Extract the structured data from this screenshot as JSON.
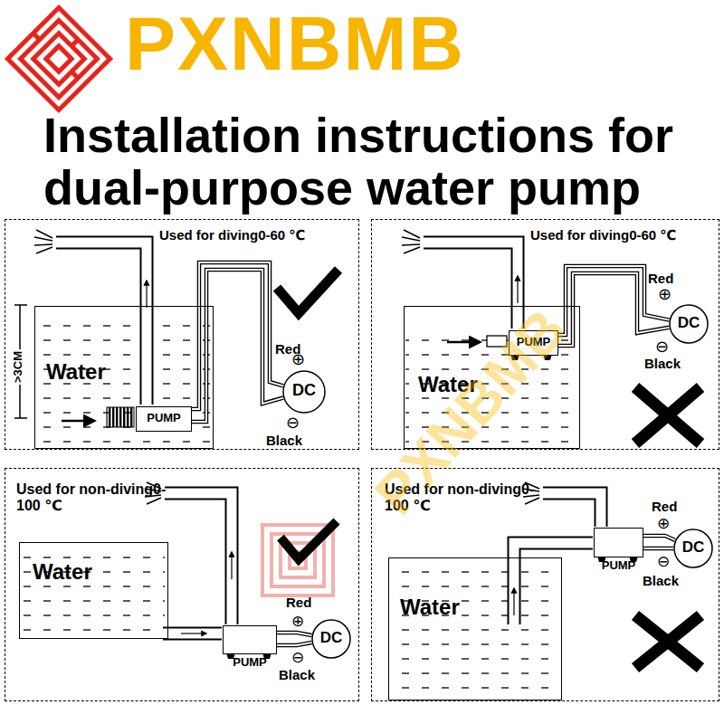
{
  "diagram": {
    "title": "Installation instructions for dual-purpose water pump",
    "nodes": [
      {
        "text": [
          "Used for diving0-60 ℃"
        ]
      },
      {
        "text": [
          "Water"
        ],
        "in": 0
      },
      {
        "text": [
          "PUMP"
        ],
        "in": 1
      },
      {
        "text": [
          "DC"
        ],
        "in": 0
      },
      {
        "text": [
          "Used for diving0-60 ℃"
        ]
      },
      {
        "text": [
          "Water"
        ],
        "in": 4
      },
      {
        "text": [
          "PUMP"
        ],
        "in": 5
      },
      {
        "text": [
          "DC"
        ],
        "in": 4
      },
      {
        "text": [
          "Used for non-diving0-100 ℃"
        ]
      },
      {
        "text": [
          "Water"
        ],
        "in": 8
      },
      {
        "text": [
          "PUMP"
        ],
        "in": 8
      },
      {
        "text": [
          "DC"
        ],
        "in": 8
      },
      {
        "text": [
          "Used for non-diving0-100 ℃"
        ]
      },
      {
        "text": [
          "Water"
        ],
        "in": 12
      },
      {
        "text": [
          "PUMP"
        ],
        "in": 12
      },
      {
        "text": [
          "DC"
        ],
        "in": 12
      }
    ],
    "edges": [
      {
        "from": 2,
        "to": 3,
        "arrow": "none"
      },
      {
        "from": 2,
        "to": 3,
        "arrow": "none"
      },
      {
        "from": 6,
        "to": 7,
        "arrow": "none"
      },
      {
        "from": 6,
        "to": 7,
        "arrow": "none"
      },
      {
        "from": 10,
        "to": 11,
        "arrow": "none"
      },
      {
        "from": 10,
        "to": 11,
        "arrow": "none"
      },
      {
        "from": 14,
        "to": 15,
        "arrow": "none"
      },
      {
        "from": 14,
        "to": 15,
        "arrow": "none"
      }
    ],
    "labels": [
      "PXNBMB",
      ">3CM",
      "Red",
      "⊕",
      "⊖",
      "Black",
      "Red",
      "⊕",
      "⊖",
      "Black",
      "PXNBMB",
      "Red",
      "⊕",
      "⊖",
      "Black",
      "Red",
      "⊕",
      "⊖",
      "Black"
    ]
  }
}
